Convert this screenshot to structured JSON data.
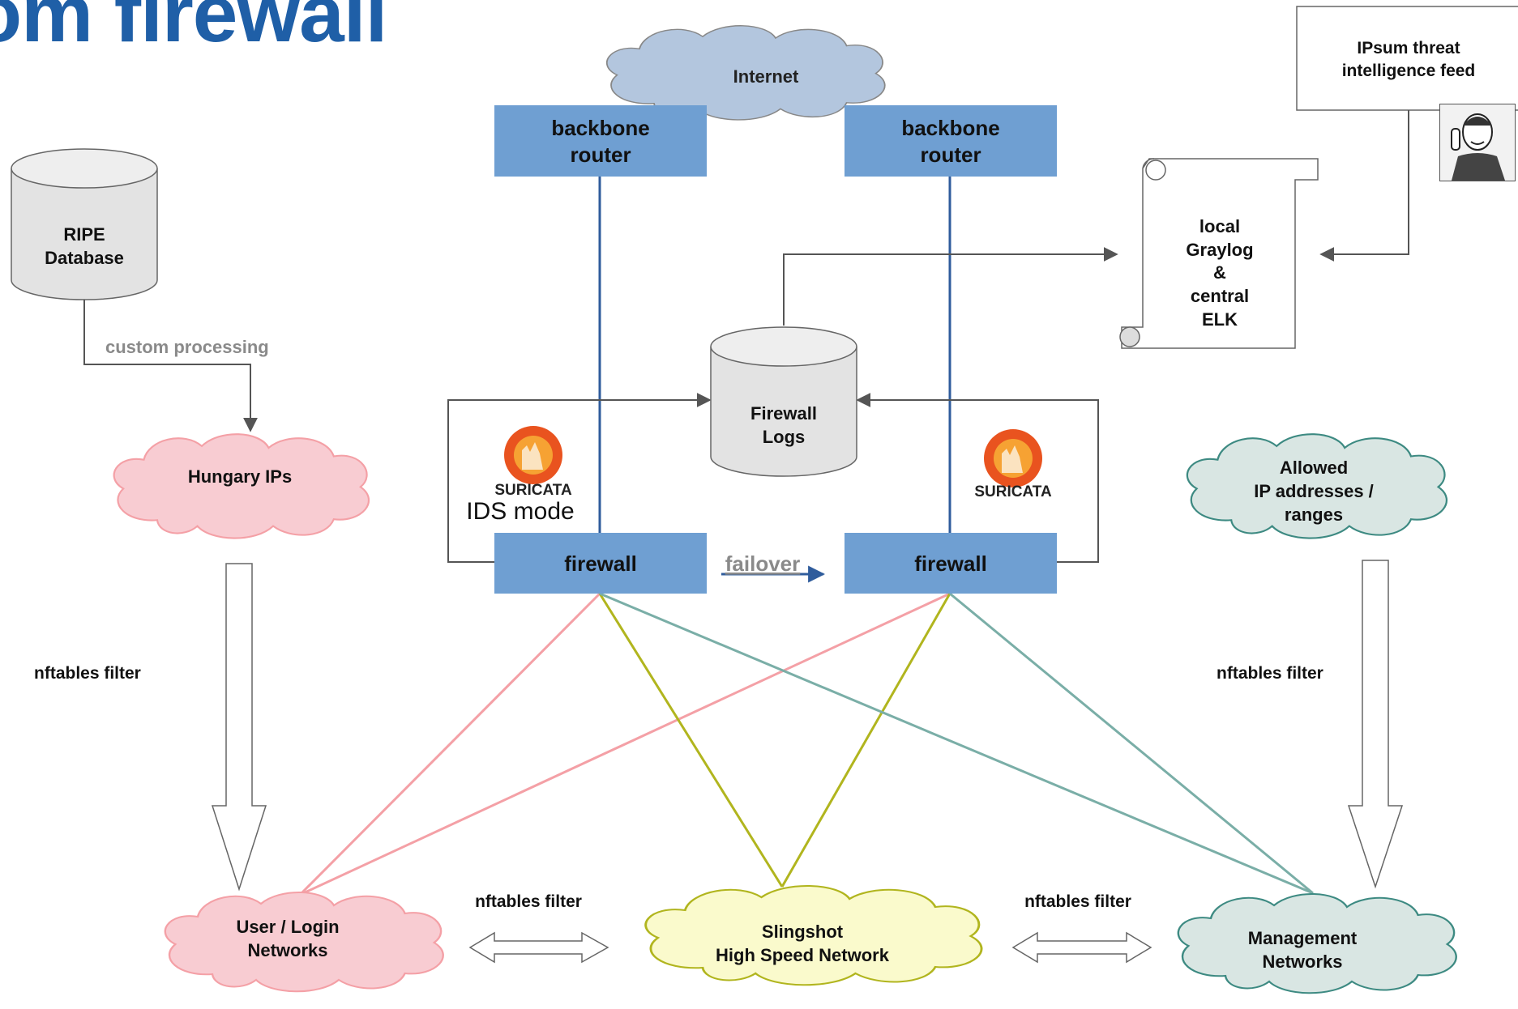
{
  "title": "om firewall",
  "nodes": {
    "internet": "Internet",
    "backbone_router_left": [
      "backbone",
      "router"
    ],
    "backbone_router_right": [
      "backbone",
      "router"
    ],
    "firewall_left": "firewall",
    "firewall_right": "firewall",
    "firewall_logs": [
      "Firewall",
      "Logs"
    ],
    "ripe_database": [
      "RIPE",
      "Database"
    ],
    "hungary_ips": "Hungary IPs",
    "ipsum_feed": [
      "IPsum threat",
      "intelligence feed"
    ],
    "graylog": [
      "local",
      "Graylog",
      "&",
      "central",
      "ELK"
    ],
    "allowed_ips": [
      "Allowed",
      "IP addresses /",
      "ranges"
    ],
    "user_networks": [
      "User / Login",
      "Networks"
    ],
    "slingshot": [
      "Slingshot",
      "High Speed Network"
    ],
    "management_networks": [
      "Management",
      "Networks"
    ]
  },
  "labels": {
    "custom_processing": "custom processing",
    "nftables_filter": "nftables filter",
    "failover": "failover",
    "ids_mode": "IDS mode",
    "suricata": "SURICATA"
  },
  "colors": {
    "box_blue": "#6f9fd2",
    "internet_cloud": "#b3c6de",
    "pink_cloud": "#f8ccd2",
    "yellow_cloud": "#fafacc",
    "teal_cloud": "#d9e6e3",
    "pink_line": "#f4a0a6",
    "olive_line": "#b1b51e",
    "teal_line": "#7aaea7",
    "blue_link": "#2f5c9c",
    "title_blue": "#1f5fa7"
  },
  "icons": [
    "suricata-logo-icon",
    "portrait-icon",
    "database-icon",
    "scroll-icon"
  ]
}
